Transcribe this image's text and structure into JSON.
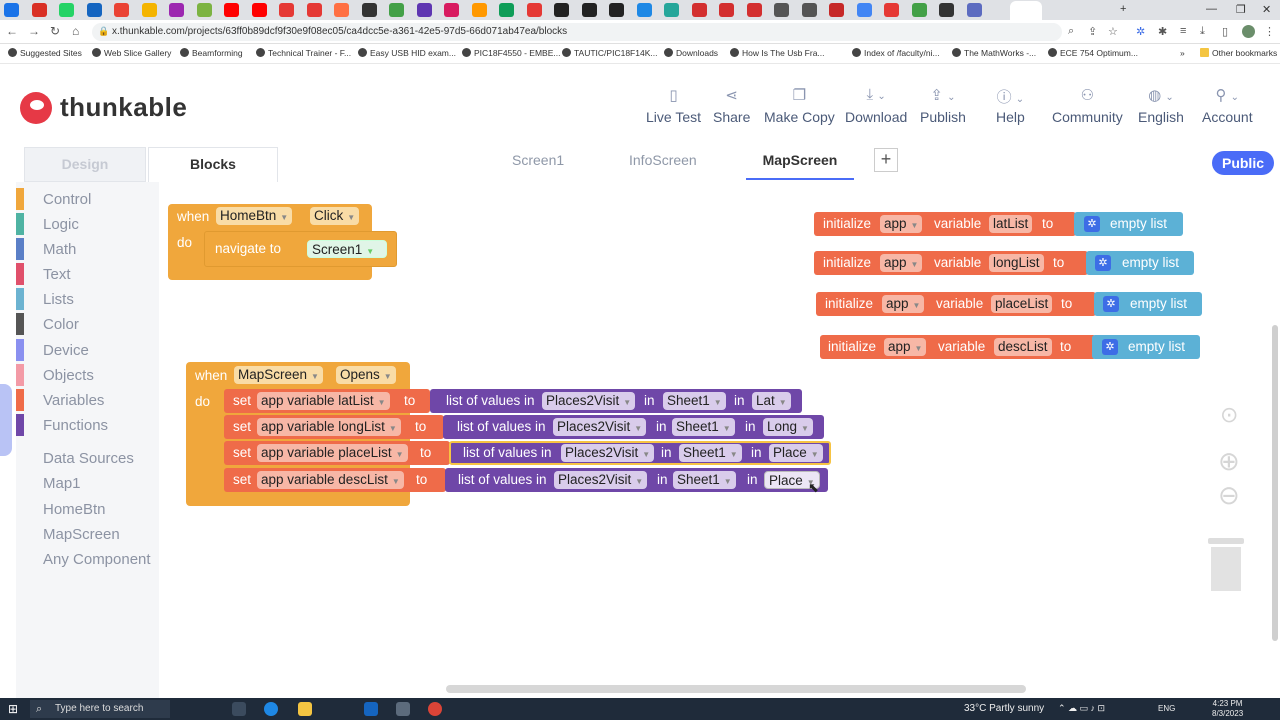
{
  "browser": {
    "url": "x.thunkable.com/projects/63ff0b89dcf9f30e9f08ec05/ca4dcc5e-a361-42e5-97d5-66d071ab47ea/blocks",
    "bookmarks": [
      "Suggested Sites",
      "Web Slice Gallery",
      "Beamforming",
      "Technical Trainer - F...",
      "Easy USB HID exam...",
      "PIC18F4550 - EMBE...",
      "TAUTIC/PIC18F14K...",
      "Downloads",
      "How Is The Usb Fra...",
      "Index of /faculty/ni...",
      "The MathWorks -...",
      "ECE 754 Optimum...",
      "Other bookmarks"
    ],
    "tab_colors": [
      "#1a73e8",
      "#d93025",
      "#25d366",
      "#1565c0",
      "#ea4335",
      "#f4b400",
      "#9c27b0",
      "#7cb342",
      "#ff0000",
      "#ff0000",
      "#e53935",
      "#e53935",
      "#ff7043",
      "#333333",
      "#43a047",
      "#5e35b1",
      "#d81b60",
      "#ff9800",
      "#0f9d58",
      "#e53935",
      "#222222",
      "#222222",
      "#222222",
      "#1e88e5",
      "#26a69a",
      "#d32f2f",
      "#d32f2f",
      "#d32f2f",
      "#555555",
      "#555555",
      "#c62828",
      "#4285f4",
      "#e53935",
      "#43a047",
      "#333333",
      "#5c6bc0"
    ]
  },
  "header": {
    "logo_text": "thunkable",
    "items": [
      {
        "label": "Live Test",
        "icon": "phone-icon"
      },
      {
        "label": "Share",
        "icon": "share-icon"
      },
      {
        "label": "Make Copy",
        "icon": "copy-icon"
      },
      {
        "label": "Download",
        "icon": "download-icon"
      },
      {
        "label": "Publish",
        "icon": "upload-icon"
      },
      {
        "label": "Help",
        "icon": "info-icon"
      },
      {
        "label": "Community",
        "icon": "people-icon"
      },
      {
        "label": "English",
        "icon": "globe-icon"
      },
      {
        "label": "Account",
        "icon": "person-icon"
      }
    ]
  },
  "tabs": {
    "design": "Design",
    "blocks": "Blocks",
    "screens": [
      "Screen1",
      "InfoScreen",
      "MapScreen"
    ],
    "add": "+",
    "public": "Public"
  },
  "sidebar": {
    "categories": [
      {
        "name": "Control",
        "color": "#f0a73c"
      },
      {
        "name": "Logic",
        "color": "#4fb3a3"
      },
      {
        "name": "Math",
        "color": "#5b7fc7"
      },
      {
        "name": "Text",
        "color": "#e0506b"
      },
      {
        "name": "Lists",
        "color": "#6cb3d1"
      },
      {
        "name": "Color",
        "color": "#555555"
      },
      {
        "name": "Device",
        "color": "#8a90f0"
      },
      {
        "name": "Objects",
        "color": "#f39aa6"
      },
      {
        "name": "Variables",
        "color": "#ef6b49"
      },
      {
        "name": "Functions",
        "color": "#6f47a8"
      }
    ],
    "components": [
      "Data Sources",
      "Map1",
      "HomeBtn",
      "MapScreen",
      "Any Component"
    ]
  },
  "blocks": {
    "when": "when",
    "do": "do",
    "homebtn": "HomeBtn",
    "click": "Click",
    "navigate_to": "navigate to",
    "screen1": "Screen1",
    "mapscreen": "MapScreen",
    "opens": "Opens",
    "set": "set",
    "to": "to",
    "list_of_values_in": "list of values in",
    "in": "in",
    "places2visit": "Places2Visit",
    "sheet1": "Sheet1",
    "initialize": "initialize",
    "app": "app",
    "variable": "variable",
    "empty_list": "empty list",
    "set_rows": [
      {
        "var": "app variable latList",
        "col": "Lat"
      },
      {
        "var": "app variable longList",
        "col": "Long"
      },
      {
        "var": "app variable placeList",
        "col": "Place"
      },
      {
        "var": "app variable descList",
        "col": "Place"
      }
    ],
    "init_rows": [
      "latList",
      "longList",
      "placeList",
      "descList"
    ]
  },
  "taskbar": {
    "search": "Type here to search",
    "weather": "33°C  Partly sunny",
    "lang": "ENG",
    "time": "4:23 PM",
    "date": "8/3/2023"
  }
}
